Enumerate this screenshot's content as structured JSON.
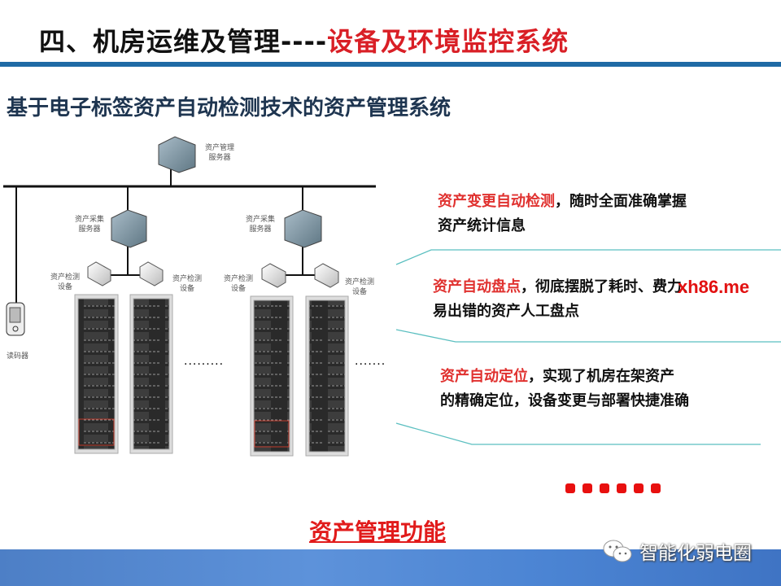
{
  "header": {
    "title_main": "四、机房运维及管理----",
    "title_highlight": "设备及环境监控系统"
  },
  "subtitle": "基于电子标签资产自动检测技术的资产管理系统",
  "diagram": {
    "mgmt_server": [
      "资产管理",
      "服务器"
    ],
    "collector_left": [
      "资产采集",
      "服务器"
    ],
    "collector_right": [
      "资产采集",
      "服务器"
    ],
    "detector_label": [
      "资产检测",
      "设备"
    ],
    "reader": "读码器",
    "ellipsis_left": "·········",
    "ellipsis_right": "·······"
  },
  "features": [
    {
      "highlight": "资产变更自动检测",
      "rest1": "，随时全面准确掌握",
      "rest2": "资产统计信息"
    },
    {
      "highlight": "资产自动盘点",
      "rest1": "，彻底摆脱了耗时、费力、",
      "rest2": "易出错的资产人工盘点"
    },
    {
      "highlight": "资产自动定位",
      "rest1": "，实现了机房在架资产",
      "rest2": "的精确定位，设备变更与部署快捷准确"
    }
  ],
  "watermark": "xh86.me",
  "function_title": "资产管理功能",
  "footer": {
    "brand": "智能化弱电圈"
  },
  "colors": {
    "accent_red": "#e0312f",
    "rule_blue": "#1f6aa5",
    "connector_teal": "#5bbfc0"
  }
}
